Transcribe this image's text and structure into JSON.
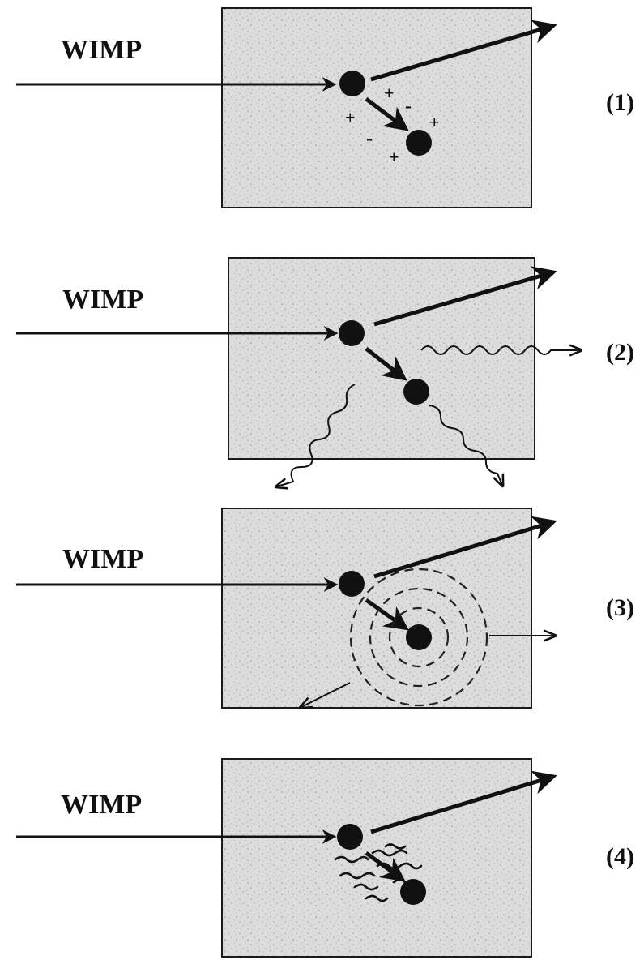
{
  "panels": [
    {
      "label": "WIMP",
      "number": "(1)",
      "charges": [
        "+",
        "-",
        "+",
        "-",
        "+",
        "+"
      ]
    },
    {
      "label": "WIMP",
      "number": "(2)"
    },
    {
      "label": "WIMP",
      "number": "(3)"
    },
    {
      "label": "WIMP",
      "number": "(4)"
    }
  ],
  "colors": {
    "ink": "#111111",
    "box_fill": "#d9d9d9",
    "box_stroke": "#1a1a1a"
  }
}
